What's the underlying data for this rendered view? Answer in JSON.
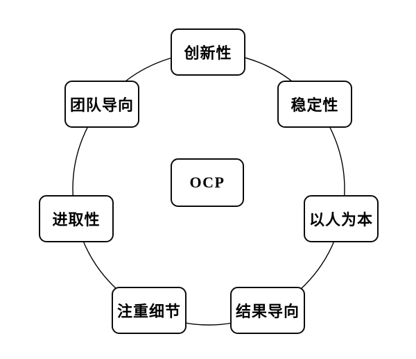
{
  "diagram": {
    "title_hidden": "",
    "center": {
      "label": "OCP"
    },
    "nodes": [
      {
        "label": "创新性",
        "position": "top"
      },
      {
        "label": "稳定性",
        "position": "upper-right"
      },
      {
        "label": "以人为本",
        "position": "right"
      },
      {
        "label": "结果导向",
        "position": "lower-right"
      },
      {
        "label": "注重细节",
        "position": "lower-left"
      },
      {
        "label": "进取性",
        "position": "left"
      },
      {
        "label": "团队导向",
        "position": "upper-left"
      }
    ],
    "colors": {
      "stroke": "#000000",
      "node_border": "#0a0a0a",
      "node_fill": "#ffffff",
      "background": "#ffffff"
    }
  }
}
